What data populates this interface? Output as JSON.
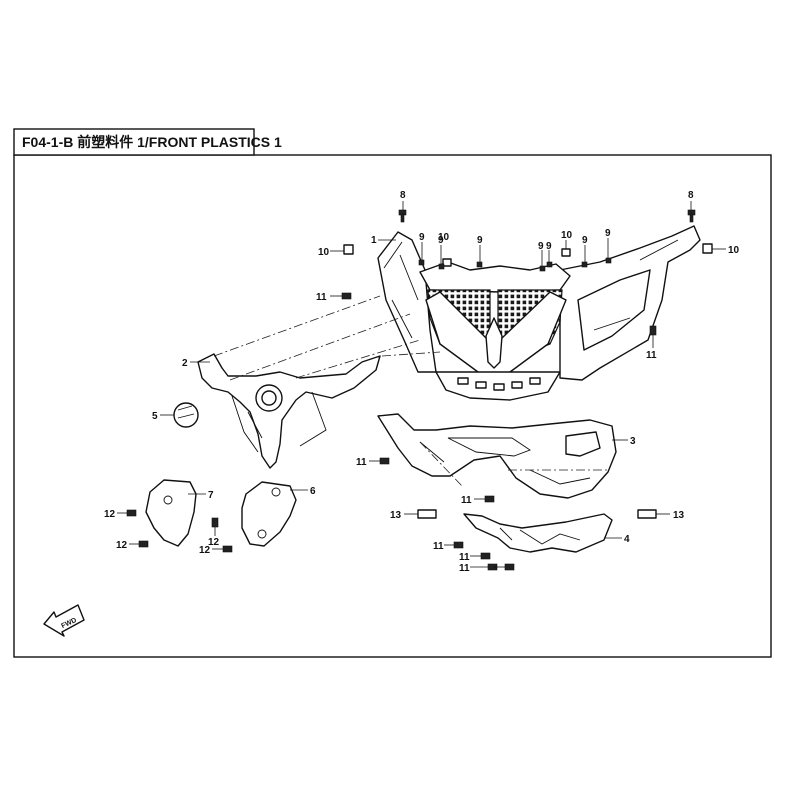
{
  "diagram": {
    "title": "F04-1-B 前塑料件 1/FRONT PLASTICS 1",
    "fwd_label": "FWD"
  },
  "callouts": {
    "c1": "1",
    "c2": "2",
    "c3": "3",
    "c4": "4",
    "c5": "5",
    "c6": "6",
    "c7": "7",
    "c8a": "8",
    "c8b": "8",
    "c9a": "9",
    "c9b": "9",
    "c9c": "9",
    "c9d": "9",
    "c9e": "9",
    "c9f": "9",
    "c10a": "10",
    "c10b": "10",
    "c10c": "10",
    "c11a": "11",
    "c11b": "11",
    "c11c": "11",
    "c11d": "11",
    "c11e": "11",
    "c11f": "11",
    "c11g": "11",
    "c12a": "12",
    "c12b": "12",
    "c12c": "12",
    "c12d": "12",
    "c13a": "13",
    "c13b": "13"
  }
}
